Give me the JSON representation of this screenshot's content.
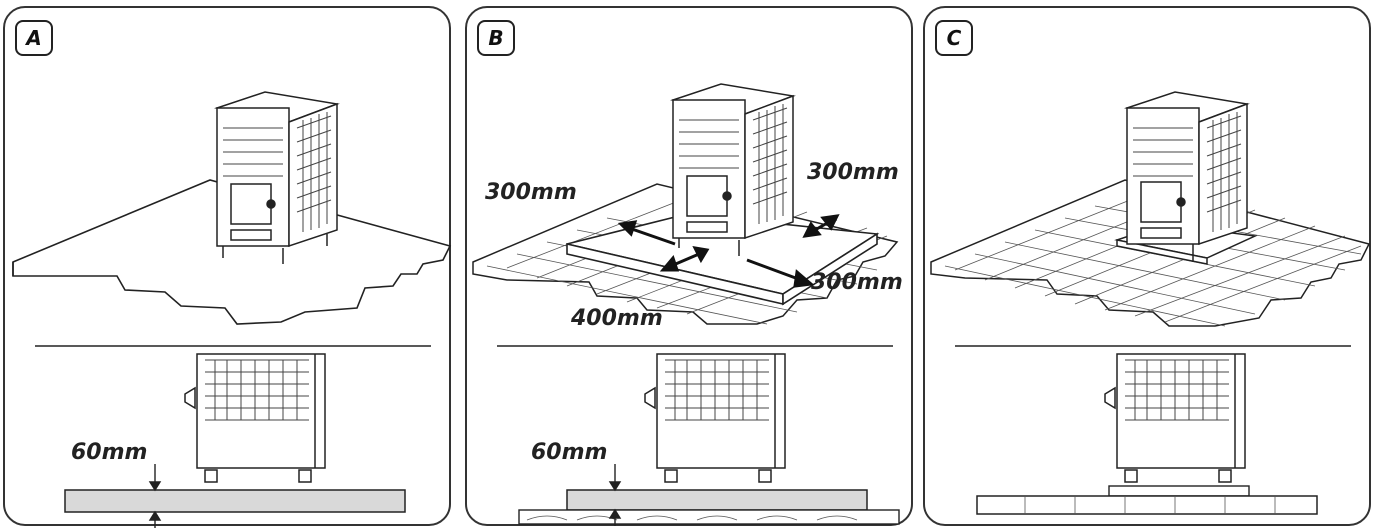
{
  "panels": [
    {
      "id": "A",
      "label": "A",
      "dims": {
        "gap": "60mm"
      }
    },
    {
      "id": "B",
      "label": "B",
      "dims": {
        "gap": "60mm",
        "left": "300mm",
        "right_top": "300mm",
        "right_bottom": "300mm",
        "front": "400mm"
      }
    },
    {
      "id": "C",
      "label": "C",
      "dims": {}
    }
  ],
  "colors": {
    "line": "#222222",
    "slab_fill": "#d9d9d9",
    "paper": "#ffffff"
  }
}
